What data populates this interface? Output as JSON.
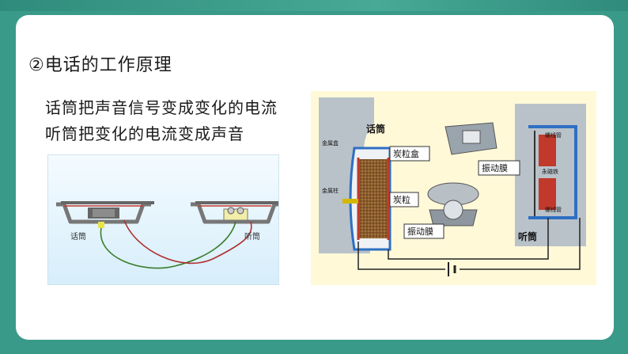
{
  "heading": "②电话的工作原理",
  "lines": [
    "话筒把声音信号变成变化的电流",
    "听筒把变化的电流变成声音"
  ],
  "left_figure": {
    "mic_label": "话筒",
    "earpiece_label": "听筒"
  },
  "right_figure": {
    "mic_title": "话筒",
    "earpiece_title": "听筒",
    "metal_box": "金属盒",
    "metal_post": "金属柱",
    "carbon_box": "炭粒盒",
    "carbon_grains": "炭粒",
    "diaphragm_mic": "振动膜",
    "diaphragm_ear": "振动膜",
    "coil_top": "螺线管",
    "coil_bottom": "螺线管",
    "magnet": "永磁铁"
  },
  "colors": {
    "frame": "#3a9a8a",
    "housing_blue": "#2e6fc2",
    "coil_red": "#c0392b",
    "carbon_brown": "#8a5a2b"
  }
}
